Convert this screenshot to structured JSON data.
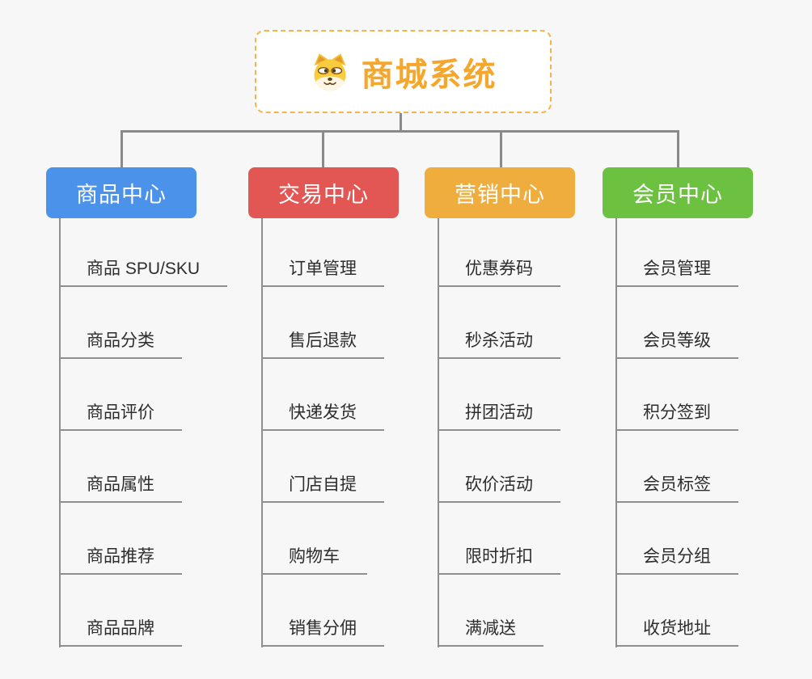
{
  "page": {
    "background_color": "#f7f7f7",
    "connector_color": "#8a8a8a",
    "underline_color": "#8f8f8f"
  },
  "root": {
    "title": "商城系统",
    "icon": "doge-icon",
    "text_color": "#f5a62d",
    "border_color": "#f6b24b"
  },
  "branches": [
    {
      "label": "商品中心",
      "color": "#4b93ea",
      "items": [
        "商品 SPU/SKU",
        "商品分类",
        "商品评价",
        "商品属性",
        "商品推荐",
        "商品品牌"
      ]
    },
    {
      "label": "交易中心",
      "color": "#e25654",
      "items": [
        "订单管理",
        "售后退款",
        "快递发货",
        "门店自提",
        "购物车",
        "销售分佣"
      ]
    },
    {
      "label": "营销中心",
      "color": "#efad3d",
      "items": [
        "优惠券码",
        "秒杀活动",
        "拼团活动",
        "砍价活动",
        "限时折扣",
        "满减送"
      ]
    },
    {
      "label": "会员中心",
      "color": "#6dc141",
      "items": [
        "会员管理",
        "会员等级",
        "积分签到",
        "会员标签",
        "会员分组",
        "收货地址"
      ]
    }
  ]
}
